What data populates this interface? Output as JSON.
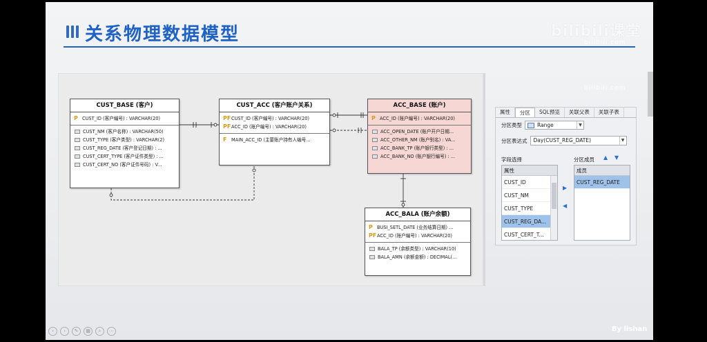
{
  "slide": {
    "title": "关系物理数据模型",
    "watermark": "bilibili课堂",
    "watermark_sub": "bilibili.com",
    "author": "By lishan"
  },
  "entities": {
    "cust_base": {
      "title": "CUST_BASE (客户)",
      "keys": [
        {
          "key": "P",
          "text": "CUST_ID (客户编号) : VARCHAR(20)"
        }
      ],
      "attrs": [
        "CUST_NM (客户名称) : VARCHAR(50)",
        "CUST_TYPE (客户类型) : VARCHAR(2)",
        "CUST_REG_DATE (客户登记日期) : ...",
        "CUST_CERT_TYPE (客户证件类型) : ...",
        "CUST_CERT_NO (客户证件号码) : V..."
      ]
    },
    "cust_acc": {
      "title": "CUST_ACC (客户账户关系)",
      "keys": [
        {
          "key": "PF",
          "text": "CUST_ID (客户编号) : VARCHAR(20)"
        },
        {
          "key": "PF",
          "text": "ACC_ID (账户编号) : VARCHAR(20)"
        }
      ],
      "fkeys": [
        {
          "key": "F",
          "text": "MAIN_ACC_ID (主要账户持有人编号..."
        }
      ]
    },
    "acc_base": {
      "title": "ACC_BASE (账户)",
      "keys": [
        {
          "key": "P",
          "text": "ACC_ID (账户编号) : VARCHAR(20)"
        }
      ],
      "attrs": [
        "ACC_OPEN_DATE (账户开户日期...",
        "ACC_OTHER_NM (账户别名) : VA...",
        "ACC_BANK_TP (账户银行类型) : ...",
        "ACC_BANK_NO (账户银行编号) : ..."
      ]
    },
    "acc_bala": {
      "title": "ACC_BALA (账户余额)",
      "keys": [
        {
          "key": "P",
          "text": "BUSI_SETL_DATE (业务结算日期) ..."
        },
        {
          "key": "PF",
          "text": "ACC_ID (账户编号) : VARCHAR(20)"
        }
      ],
      "attrs": [
        "BALA_TP (余额类型) : VARCHAR(10)",
        "BALA_AMN (余额金额) : DECIMAL(..."
      ]
    }
  },
  "props_panel": {
    "tabs": [
      "属性",
      "分区",
      "SQL预览",
      "关联父表",
      "关联子表"
    ],
    "active_tab": "分区",
    "partition_type_label": "分区类型",
    "partition_type_value": "Range",
    "expr_label": "分区表达式",
    "expr_value": "Day(CUST_REG_DATE)",
    "field_select_label": "字段选择",
    "members_label": "分区成员",
    "field_list_header": "属性",
    "field_list": [
      "CUST_ID",
      "CUST_NM",
      "CUST_TYPE",
      "CUST_REG_DA...",
      "CUST_CERT_T..."
    ],
    "selected_field": "CUST_REG_DA...",
    "member_list_header": "成员",
    "member_list": [
      "CUST_REG_DATE"
    ]
  },
  "icons": {
    "key": "key-icon",
    "column": "column-icon",
    "up": "arrow-up-icon",
    "down": "arrow-down-icon",
    "move_right": "triangle-right-icon",
    "move_left": "triangle-left-icon"
  },
  "colors": {
    "title_blue": "#1e62c6",
    "entity_pink": "#f6d7d3",
    "selection_blue": "#9fc2ea"
  }
}
